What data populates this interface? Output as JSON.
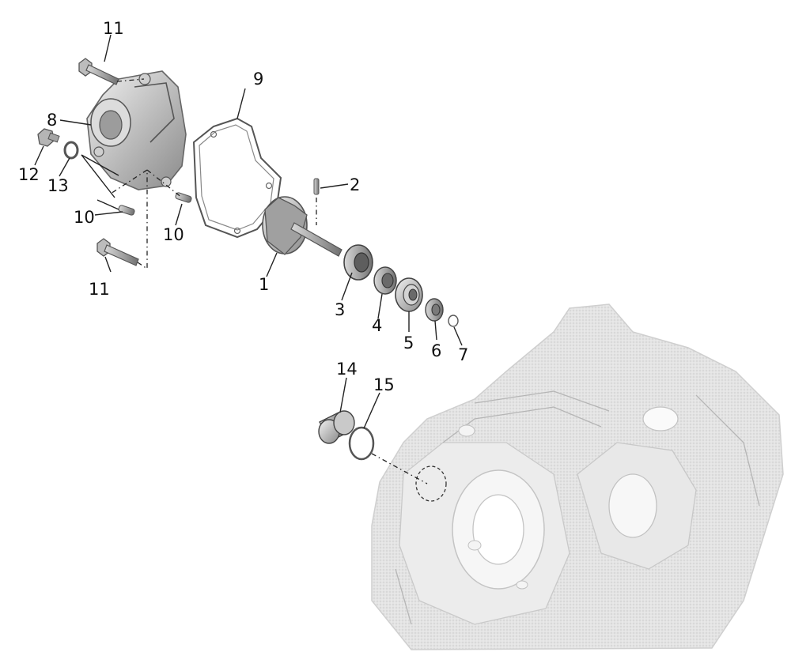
{
  "diagram": {
    "callouts": {
      "c1": "1",
      "c2": "2",
      "c3": "3",
      "c4": "4",
      "c5": "5",
      "c6": "6",
      "c7": "7",
      "c8": "8",
      "c9": "9",
      "c10a": "10",
      "c10b": "10",
      "c11a": "11",
      "c11b": "11",
      "c12": "12",
      "c13": "13",
      "c14": "14",
      "c15": "15"
    }
  }
}
